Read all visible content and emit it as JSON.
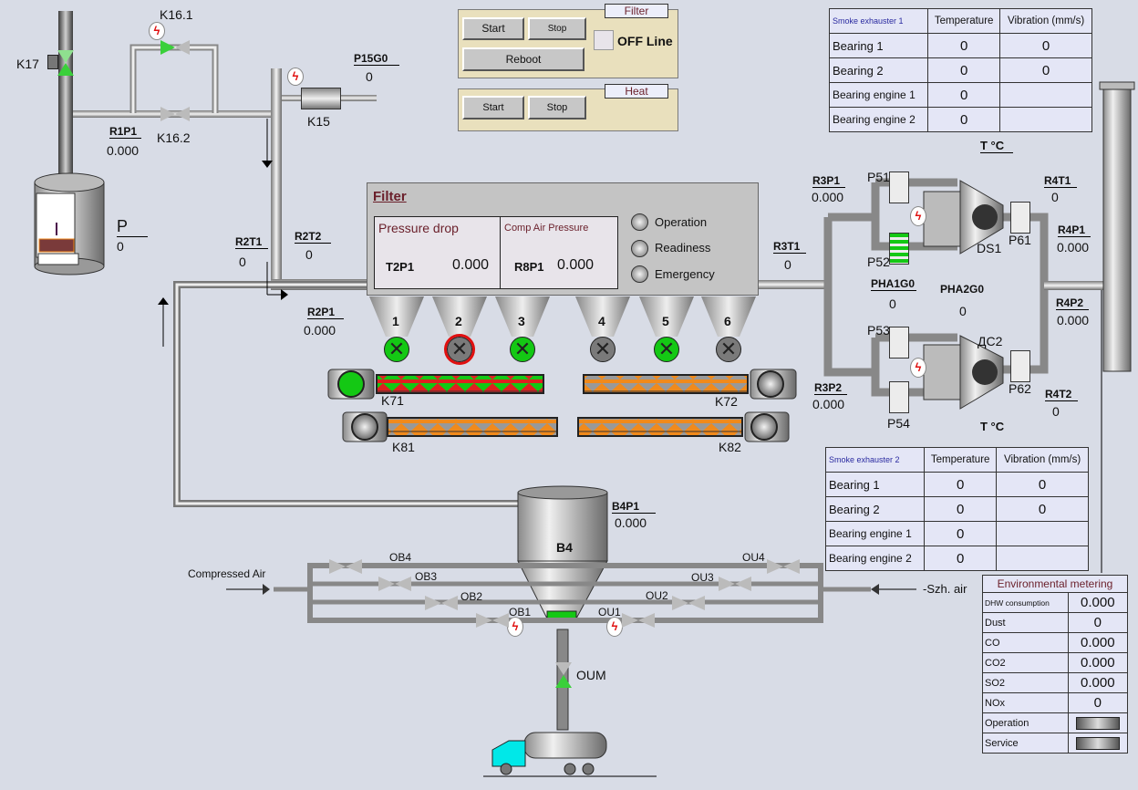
{
  "control_panels": {
    "filter": {
      "title": "Filter",
      "start_label": "Start",
      "stop_label": "Stop",
      "reboot_label": "Reboot",
      "offline_label": "OFF Line"
    },
    "heat": {
      "title": "Heat",
      "start_label": "Start",
      "stop_label": "Stop"
    }
  },
  "smoke_exhauster_1": {
    "title": "Smoke exhauster 1",
    "columns": [
      "Temperature",
      "Vibration (mm/s)"
    ],
    "rows": [
      {
        "name": "Bearing 1",
        "temperature": "0",
        "vibration": "0"
      },
      {
        "name": "Bearing 2",
        "temperature": "0",
        "vibration": "0"
      },
      {
        "name": "Bearing engine 1",
        "temperature": "0",
        "vibration": ""
      },
      {
        "name": "Bearing engine 2",
        "temperature": "0",
        "vibration": ""
      }
    ]
  },
  "smoke_exhauster_2": {
    "title": "Smoke exhauster 2",
    "columns": [
      "Temperature",
      "Vibration (mm/s)"
    ],
    "rows": [
      {
        "name": "Bearing 1",
        "temperature": "0",
        "vibration": "0"
      },
      {
        "name": "Bearing 2",
        "temperature": "0",
        "vibration": "0"
      },
      {
        "name": "Bearing engine 1",
        "temperature": "0",
        "vibration": ""
      },
      {
        "name": "Bearing engine 2",
        "temperature": "0",
        "vibration": ""
      }
    ]
  },
  "filter_unit": {
    "title": "Filter",
    "pressure_drop": {
      "label": "Pressure drop",
      "tag": "T2P1",
      "value": "0.000"
    },
    "comp_air": {
      "label": "Comp Air Pressure",
      "tag": "R8P1",
      "value": "0.000"
    },
    "status_lamps": [
      "Operation",
      "Readiness",
      "Emergency"
    ],
    "hoppers": [
      "1",
      "2",
      "3",
      "4",
      "5",
      "6"
    ],
    "hopper_valve_states": [
      "green",
      "fault",
      "green",
      "gray",
      "green",
      "gray"
    ]
  },
  "conveyors": {
    "k71": "K71",
    "k72": "K72",
    "k81": "K81",
    "k82": "K82"
  },
  "valves": {
    "k17": "K17",
    "k16_1": "K16.1",
    "k16_2": "K16.2",
    "k15": "K15",
    "oum": "OUM",
    "ob": [
      "OB1",
      "OB2",
      "OB3",
      "OB4"
    ],
    "ou": [
      "OU1",
      "OU2",
      "OU3",
      "OU4"
    ]
  },
  "sensors": {
    "r1p1": {
      "tag": "R1P1",
      "value": "0.000"
    },
    "p15g0": {
      "tag": "P15G0",
      "value": "0"
    },
    "p": {
      "tag": "P",
      "value": "0"
    },
    "r2t1": {
      "tag": "R2T1",
      "value": "0"
    },
    "r2t2": {
      "tag": "R2T2",
      "value": "0"
    },
    "r2p1": {
      "tag": "R2P1",
      "value": "0.000"
    },
    "r3p1": {
      "tag": "R3P1",
      "value": "0.000"
    },
    "r3t1": {
      "tag": "R3T1",
      "value": "0"
    },
    "r3p2": {
      "tag": "R3P2",
      "value": "0.000"
    },
    "r4t1": {
      "tag": "R4T1",
      "value": "0"
    },
    "r4p1": {
      "tag": "R4P1",
      "value": "0.000"
    },
    "r4p2": {
      "tag": "R4P2",
      "value": "0.000"
    },
    "r4t2": {
      "tag": "R4T2",
      "value": "0"
    },
    "pha1g0": {
      "tag": "PHA1G0",
      "value": "0"
    },
    "pha2g0": {
      "tag": "PHA2G0",
      "value": "0"
    },
    "b4p1": {
      "tag": "B4P1",
      "value": "0.000"
    },
    "temp_top": "T °C",
    "temp_bottom": "T °C"
  },
  "heaters": {
    "p51": "P51",
    "p52": "P52",
    "p53": "P53",
    "p54": "P54",
    "p61": "P61",
    "p62": "P62"
  },
  "exhausters": {
    "ds1": "DS1",
    "ds2": "ДС2"
  },
  "bunker": {
    "label": "B4"
  },
  "air": {
    "compressed_label": "Compressed Air",
    "szh_label": "-Szh. air"
  },
  "environmental": {
    "title": "Environmental metering",
    "rows": [
      {
        "name": "DHW consumption",
        "value": "0.000"
      },
      {
        "name": "Dust",
        "value": "0"
      },
      {
        "name": "CO",
        "value": "0.000"
      },
      {
        "name": "CO2",
        "value": "0.000"
      },
      {
        "name": "SO2",
        "value": "0.000"
      },
      {
        "name": "NOx",
        "value": "0"
      }
    ],
    "indicators": [
      "Operation",
      "Service"
    ]
  },
  "colors": {
    "active_green": "#14c814",
    "fault_red": "#e01010",
    "screw_orange": "#f08a1c",
    "screw_red": "#e02020",
    "panel_bg": "#e9e0bd",
    "title_text": "#6a1f2a",
    "truck_cab": "#00e8e8"
  }
}
